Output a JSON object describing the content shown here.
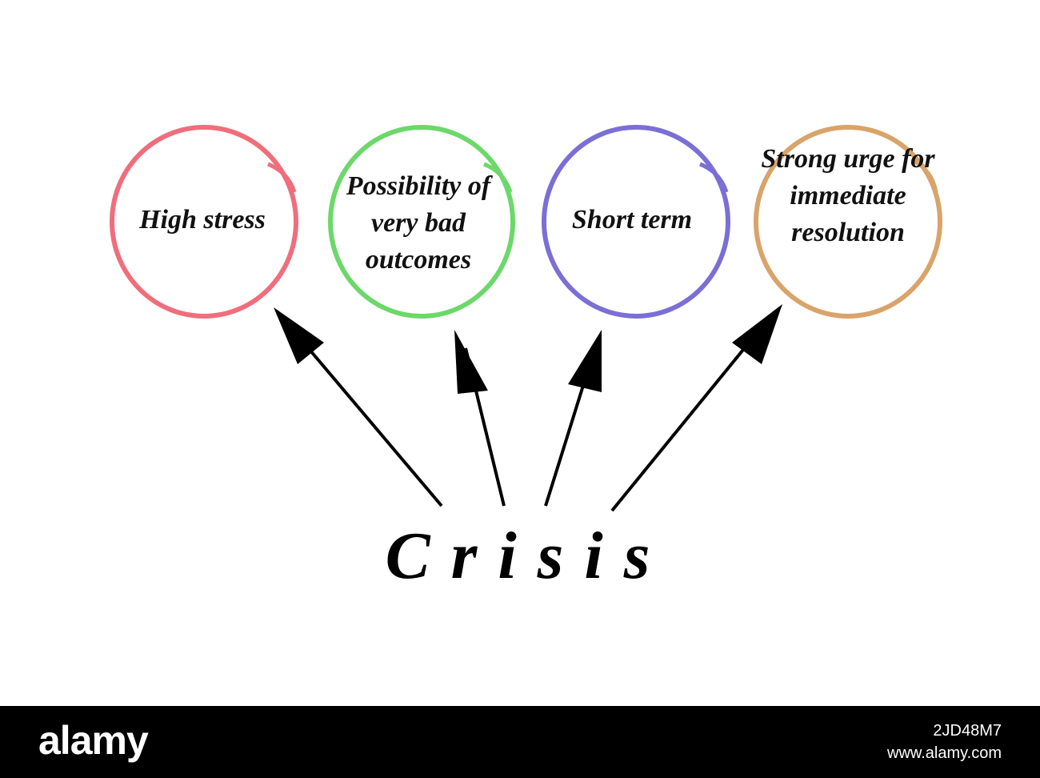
{
  "diagram": {
    "title": "Crisis",
    "nodes": [
      {
        "label": "High stress",
        "color": "#f06e7c"
      },
      {
        "label": "Possibility of very bad outcomes",
        "color": "#6cd86a"
      },
      {
        "label": "Short term",
        "color": "#7b6fd6"
      },
      {
        "label": "Strong urge for immediate resolution",
        "color": "#d9a46a"
      }
    ],
    "edges": [
      {
        "from": "Crisis",
        "to": "High stress"
      },
      {
        "from": "Crisis",
        "to": "Possibility of very bad outcomes"
      },
      {
        "from": "Crisis",
        "to": "Short term"
      },
      {
        "from": "Crisis",
        "to": "Strong urge for immediate resolution"
      }
    ]
  },
  "footer": {
    "brand": "alamy",
    "image_id": "2JD48M7",
    "site": "www.alamy.com"
  }
}
